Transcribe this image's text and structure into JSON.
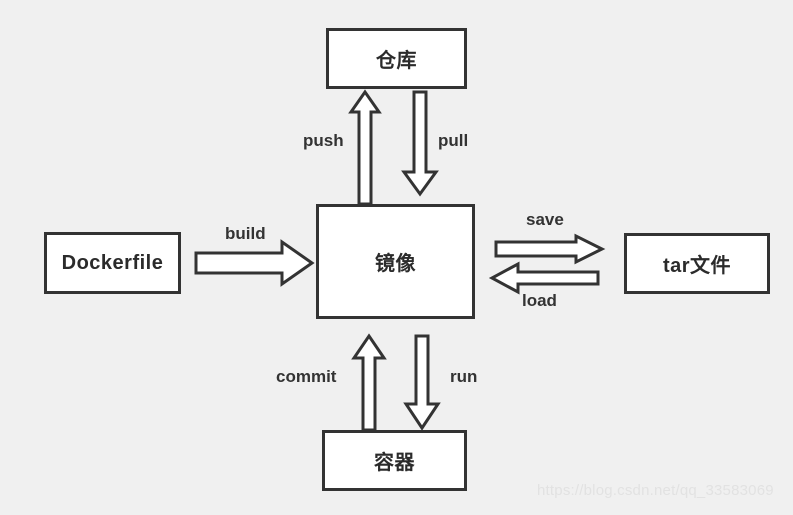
{
  "diagram": {
    "title": "Docker workflow diagram",
    "background_color": "#f0f0f0",
    "stroke_color": "#333333",
    "fill_color": "#ffffff",
    "nodes": [
      {
        "id": "repository",
        "label": "仓库"
      },
      {
        "id": "image",
        "label": "镜像"
      },
      {
        "id": "dockerfile",
        "label": "Dockerfile"
      },
      {
        "id": "tarfile",
        "label": "tar文件"
      },
      {
        "id": "container",
        "label": "容器"
      }
    ],
    "edges": [
      {
        "id": "push",
        "label": "push",
        "from": "image",
        "to": "repository",
        "direction": "up"
      },
      {
        "id": "pull",
        "label": "pull",
        "from": "repository",
        "to": "image",
        "direction": "down"
      },
      {
        "id": "build",
        "label": "build",
        "from": "dockerfile",
        "to": "image",
        "direction": "right"
      },
      {
        "id": "save",
        "label": "save",
        "from": "image",
        "to": "tarfile",
        "direction": "right"
      },
      {
        "id": "load",
        "label": "load",
        "from": "tarfile",
        "to": "image",
        "direction": "left"
      },
      {
        "id": "commit",
        "label": "commit",
        "from": "container",
        "to": "image",
        "direction": "up"
      },
      {
        "id": "run",
        "label": "run",
        "from": "image",
        "to": "container",
        "direction": "down"
      }
    ]
  },
  "watermark": {
    "text": "https://blog.csdn.net/qq_33583069"
  }
}
